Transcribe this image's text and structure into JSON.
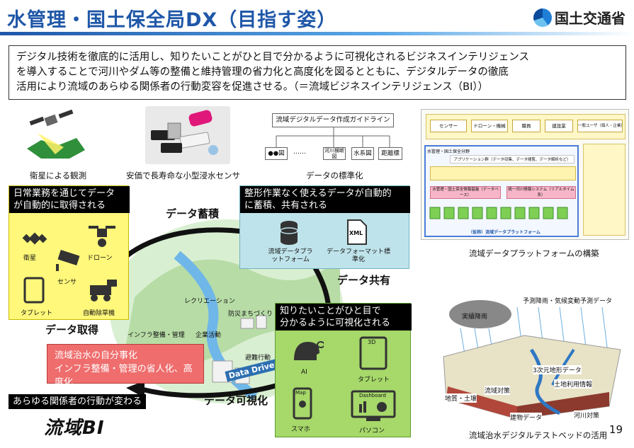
{
  "header": {
    "title": "水管理・国土保全局DX（目指す姿）",
    "ministry": "国土交通省"
  },
  "summary": {
    "lines": [
      "デジタル技術を徹底的に活用し、知りたいことがひと目で分かるように可視化されるビジネスインテリジェンス",
      "を導入することで河川やダム等の整備と維持管理の省力化と高度化を図るとともに、デジタルデータの徹底",
      "活用により流域のあらゆる関係者の行動変容を促進させる。（＝流域ビジネスインテリジェンス（BI））"
    ]
  },
  "top": {
    "satellite_caption": "衛星による観測",
    "sensor_caption": "安価で長寿命な小型浸水センサ",
    "standard_caption": "データの標準化",
    "guideline_title": "流域デジタルデータ作成ガイドライン",
    "guideline_items": [
      "●●図",
      "……",
      "河川横断図",
      "水系図",
      "距離標"
    ],
    "platform_caption": "流域データプラットフォームの構築",
    "platform_bottom_label": "（仮称）流域データプラットフォーム",
    "platform_top_nodes": [
      "センサー",
      "ドローン・機械",
      "職員",
      "建設業",
      "一般ユーザ（個人・企業）"
    ],
    "platform_mid_label": "アプリケーション群（データ収集、データ閲覧、データ解析など）",
    "platform_left_label": "水管理・国土保全分野",
    "platform_db_label": "水管理・国土保全情報基盤（データベース）",
    "platform_db2_label": "統一河川情報システム（リアルタイム系）"
  },
  "cycle": {
    "collect_box_title": [
      "日常業務を通じてデータ",
      "が自動的に取得される"
    ],
    "collect_icons": [
      "衛星",
      "ドローン",
      "センサ",
      "タブレット",
      "自動除草機"
    ],
    "accumulate_box_title": [
      "整形作業なく使えるデータが自動的",
      "に蓄積、共有される"
    ],
    "accumulate_items": [
      "流域データプラットフォーム",
      "データフォーマット標準化"
    ],
    "xml_label": "XML",
    "visualize_box_title": [
      "知りたいことがひと目で",
      "分かるように可視化される"
    ],
    "visualize_icons": [
      "AI",
      "タブレット",
      "スマホ",
      "パソコン"
    ],
    "tag_3d": "3D",
    "tag_map": "Map",
    "tag_dashboard": "Dashboard",
    "stage_accumulate": "データ蓄積",
    "stage_share": "データ共有",
    "stage_acquire": "データ取得",
    "stage_visualize": "データ可視化",
    "data_driven": "Data Driven",
    "scene_labels": [
      "レクリエーション",
      "防災まちづくり",
      "インフラ整備・管理",
      "企業活動",
      "避難行動"
    ],
    "red_box": [
      "流域治水の自分事化",
      "インフラ整備・管理の省人化、高度化"
    ],
    "actors_label": "あらゆる関係者の行動が変わる",
    "brand": "流域BI"
  },
  "testbed": {
    "caption": "流域治水デジタルテストベッドの活用",
    "labels": [
      "予測降雨・気候変動予測データ",
      "実績降雨",
      "3次元地形データ",
      "土地利用情報",
      "流域対策",
      "地質・土壌",
      "建物データ",
      "河川対策"
    ]
  },
  "page_number": "19",
  "colors": {
    "title_blue": "#1f57a8",
    "collect_yellow": "#fff87a",
    "accumulate_teal": "#bfe3ea",
    "visualize_green": "#a6d86a",
    "impact_red": "#ef6d6d"
  }
}
